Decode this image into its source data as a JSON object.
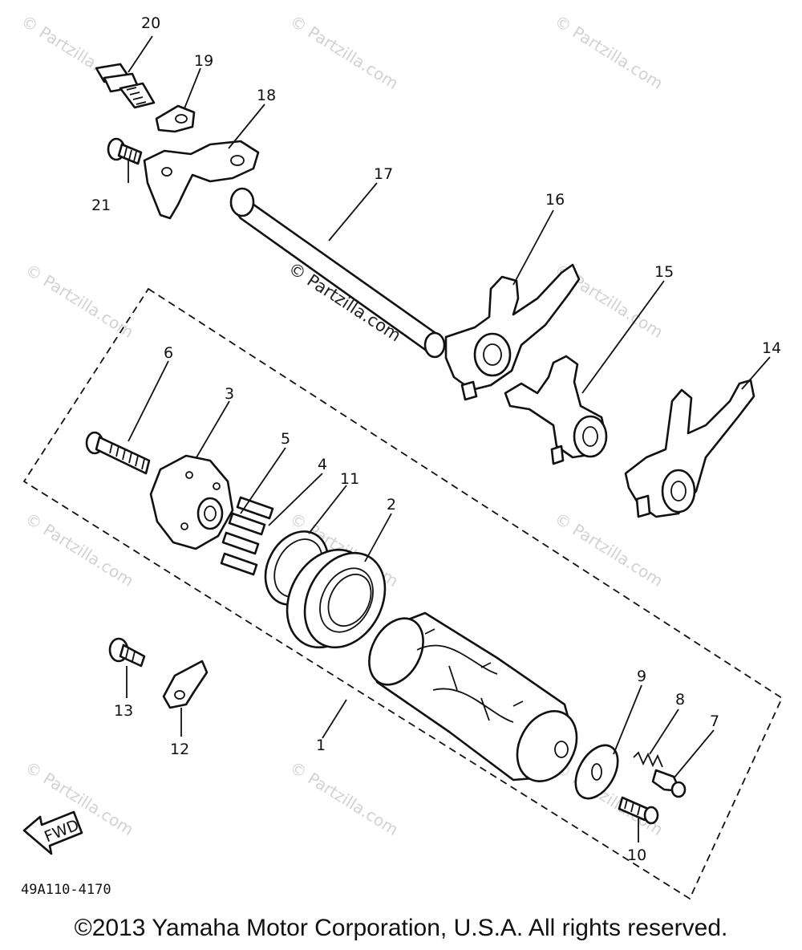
{
  "diagram": {
    "part_numbers": [
      "1",
      "2",
      "3",
      "4",
      "5",
      "6",
      "7",
      "8",
      "9",
      "10",
      "11",
      "12",
      "13",
      "14",
      "15",
      "16",
      "17",
      "18",
      "19",
      "20",
      "21"
    ],
    "arrow_label": "FWD",
    "drawing_code": "49A110-4170",
    "watermark_faint": "© Partzilla.com",
    "watermark_center": "© Partzilla.com"
  },
  "footer": {
    "copyright": "©2013 Yamaha Motor Corporation, U.S.A. All rights reserved."
  }
}
